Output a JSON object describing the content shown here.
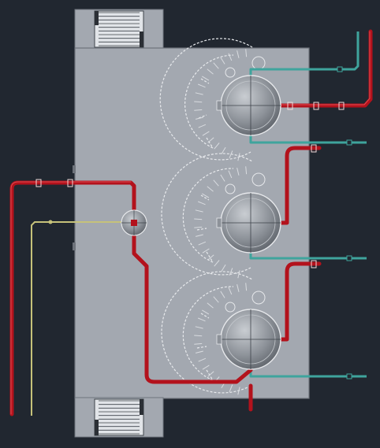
{
  "drawing": {
    "view": "plan",
    "background_color": "#212730",
    "colors": {
      "platform_fill": "#a3a8b0",
      "platform_edge": "#6e737b",
      "stair_fill": "#e1e4e8",
      "stair_line": "#3e434a",
      "hot_pipe": "#b3121c",
      "hot_pipe_highlight": "#e04a50",
      "cool_pipe": "#3fa49d",
      "aux_pipe": "#c6c27a",
      "vessel_fill": "#8d9299",
      "vessel_edge": "#e6e8eb",
      "hatch": "#d9dce0"
    },
    "vessels": [
      {
        "id": "vessel-1",
        "shape": "sphere"
      },
      {
        "id": "vessel-2",
        "shape": "sphere"
      },
      {
        "id": "vessel-3",
        "shape": "sphere"
      }
    ],
    "hub": {
      "id": "distribution-hub",
      "shape": "small-sphere"
    },
    "stairs": [
      {
        "id": "stair-top",
        "treads": 9
      },
      {
        "id": "stair-bottom",
        "treads": 9
      }
    ]
  }
}
